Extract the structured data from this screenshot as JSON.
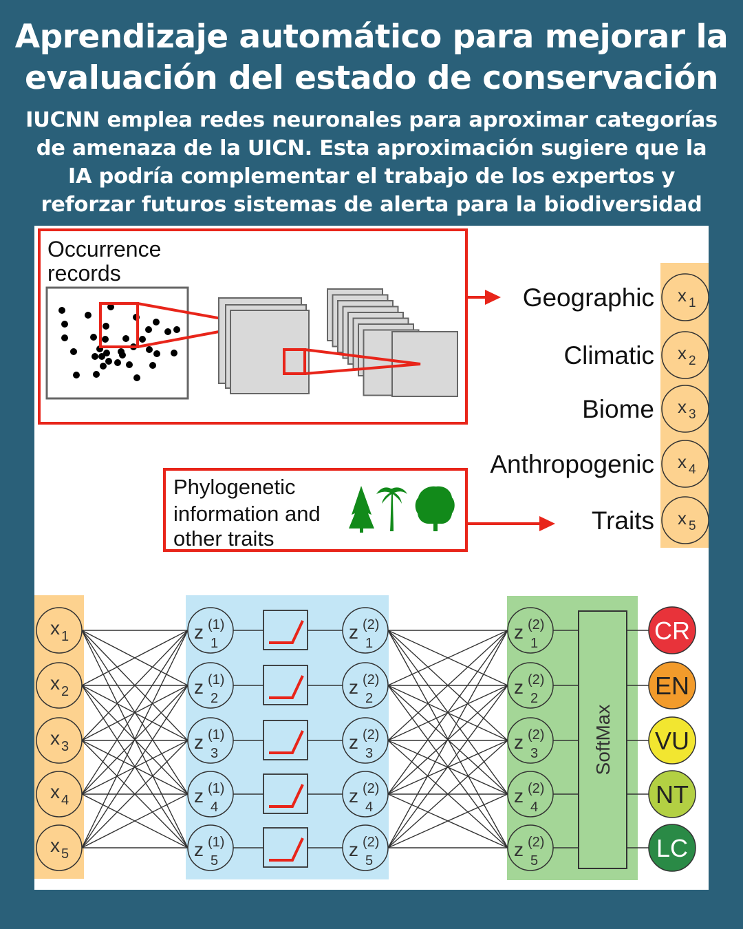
{
  "header": {
    "title_line1": "Aprendizaje automático para mejorar la",
    "title_line2": "evaluación del estado de conservación",
    "subtitle_lines": [
      "IUCNN emplea redes neuronales para aproximar categorías",
      "de amenaza de la UICN. Esta aproximación sugiere que la",
      "IA podría complementar el trabajo de los expertos y",
      "reforzar futuros sistemas de alerta para la biodiversidad"
    ]
  },
  "diagram": {
    "occurrence_box": {
      "label_line1": "Occurrence",
      "label_line2": "records"
    },
    "phylo_box": {
      "label_lines": [
        "Phylogenetic",
        "information and",
        "other traits"
      ],
      "icons": [
        "conifer-tree-icon",
        "palm-tree-icon",
        "deciduous-tree-icon"
      ]
    },
    "features": [
      {
        "label": "Geographic",
        "var": "x",
        "sub": "1"
      },
      {
        "label": "Climatic",
        "var": "x",
        "sub": "2"
      },
      {
        "label": "Biome",
        "var": "x",
        "sub": "3"
      },
      {
        "label": "Anthropogenic",
        "var": "x",
        "sub": "4"
      },
      {
        "label": "Traits",
        "var": "x",
        "sub": "5"
      }
    ],
    "network": {
      "inputs": [
        {
          "var": "x",
          "sub": "1"
        },
        {
          "var": "x",
          "sub": "2"
        },
        {
          "var": "x",
          "sub": "3"
        },
        {
          "var": "x",
          "sub": "4"
        },
        {
          "var": "x",
          "sub": "5"
        }
      ],
      "hidden1": [
        {
          "var": "z",
          "sup": "(1)",
          "sub": "1"
        },
        {
          "var": "z",
          "sup": "(1)",
          "sub": "2"
        },
        {
          "var": "z",
          "sup": "(1)",
          "sub": "3"
        },
        {
          "var": "z",
          "sup": "(1)",
          "sub": "4"
        },
        {
          "var": "z",
          "sup": "(1)",
          "sub": "5"
        }
      ],
      "hidden2": [
        {
          "var": "z",
          "sup": "(2)",
          "sub": "1"
        },
        {
          "var": "z",
          "sup": "(2)",
          "sub": "2"
        },
        {
          "var": "z",
          "sup": "(2)",
          "sub": "3"
        },
        {
          "var": "z",
          "sup": "(2)",
          "sub": "4"
        },
        {
          "var": "z",
          "sup": "(2)",
          "sub": "5"
        }
      ],
      "output_layer": [
        {
          "var": "z",
          "sup": "(2)",
          "sub": "1"
        },
        {
          "var": "z",
          "sup": "(2)",
          "sub": "2"
        },
        {
          "var": "z",
          "sup": "(2)",
          "sub": "3"
        },
        {
          "var": "z",
          "sup": "(2)",
          "sub": "4"
        },
        {
          "var": "z",
          "sup": "(2)",
          "sub": "5"
        }
      ],
      "activation_icon": "relu-activation-icon",
      "softmax_label": "SoftMax",
      "categories": [
        {
          "label": "CR",
          "color": "#e8333a",
          "text_color": "#ffffff"
        },
        {
          "label": "EN",
          "color": "#f29b2b",
          "text_color": "#222222"
        },
        {
          "label": "VU",
          "color": "#f2e630",
          "text_color": "#222222"
        },
        {
          "label": "NT",
          "color": "#b3d043",
          "text_color": "#222222"
        },
        {
          "label": "LC",
          "color": "#2a8a46",
          "text_color": "#ffffff"
        }
      ]
    },
    "colors": {
      "background": "#2a6079",
      "accent_red": "#e8251a",
      "input_band": "#fdd28f",
      "hidden_band": "#c3e6f6",
      "output_band": "#a4d697",
      "tree_green": "#128a1a",
      "feature_map_gray": "#d9d9d9"
    }
  }
}
